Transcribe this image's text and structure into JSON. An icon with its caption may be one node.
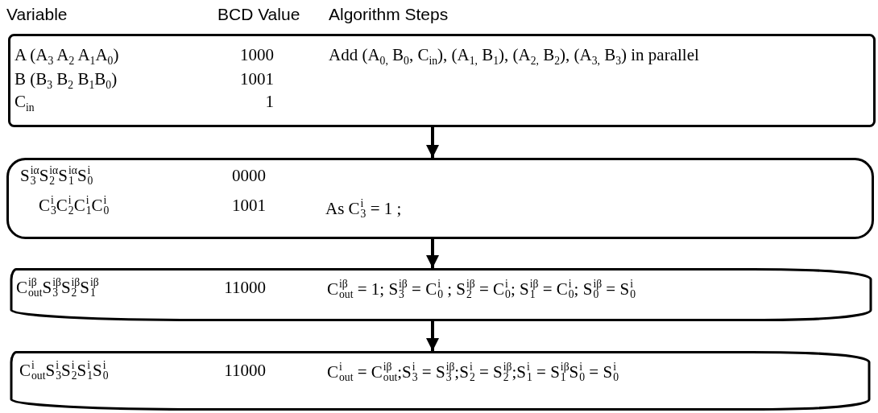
{
  "diagram": {
    "nodes": [
      {
        "text": [
          "A (A$_{3}$ A$_{2}$ A$_{1}$A$_{0}$)",
          "1000",
          "Add  (A$_{0,}$ B$_{0}$, C$_{in}$), (A$_{1,}$ B$_{1}$), (A$_{2,}$ B$_{2}$), (A$_{3,}$ B$_{3}$) in parallel",
          "B (B$_{3}$ B$_{2}$ B$_{1}$B$_{0}$)",
          "1001",
          "C$_{in}$",
          "1"
        ]
      },
      {
        "text": [
          "S$_{3}$$^{iα}$S$_{2}$$^{iα}$S$_{1}$$^{iα}$S$_{0}$$^{i}$",
          "0000",
          "C$_{3}$$^{i}$C$_{2}$$^{i}$C$_{1}$$^{i}$C$_{0}$$^{i}$",
          "1001",
          "As C$_{3}$$^{i}$ = 1 ;"
        ]
      },
      {
        "text": [
          "C$_{out}$$^{iβ}$S$_{3}$$^{iβ}$S$_{2}$$^{iβ}$S$_{1}$$^{iβ}$",
          "11000",
          "C$_{out}$$^{iβ}$ = 1; S$_{3}$$^{iβ}$ = C$_{0}$$^{i}$ ; S$_{2}$$^{iβ}$ = C$_{0}$$^{i}$; S$_{1}$$^{iβ}$ = C$_{0}$$^{i}$; S$_{0}$$^{iβ}$ = S$_{0}$$^{i}$"
        ]
      },
      {
        "text": [
          "C$_{out}$$^{i}$S$_{3}$$^{i}$S$_{2}$$^{i}$S$_{1}$$^{i}$S$_{0}$$^{i}$",
          "11000",
          "C$_{out}$$^{i}$ = C$_{out}$$^{iβ}$;S$_{3}$$^{i}$ = S$_{3}$$^{iβ}$;S$_{2}$$^{i}$ = S$_{2}$$^{iβ}$;S$_{1}$$^{i}$ = S$_{1}$$^{iβ}$S$_{0}$$^{i}$ = S$_{0}$$^{i}$"
        ]
      }
    ],
    "edges": [
      {
        "from": 0,
        "to": 1,
        "arrow": "to"
      },
      {
        "from": 1,
        "to": 2,
        "arrow": "to"
      },
      {
        "from": 2,
        "to": 3,
        "arrow": "to"
      }
    ],
    "labels": [
      "Variable",
      "BCD Value",
      "Algorithm Steps"
    ]
  }
}
